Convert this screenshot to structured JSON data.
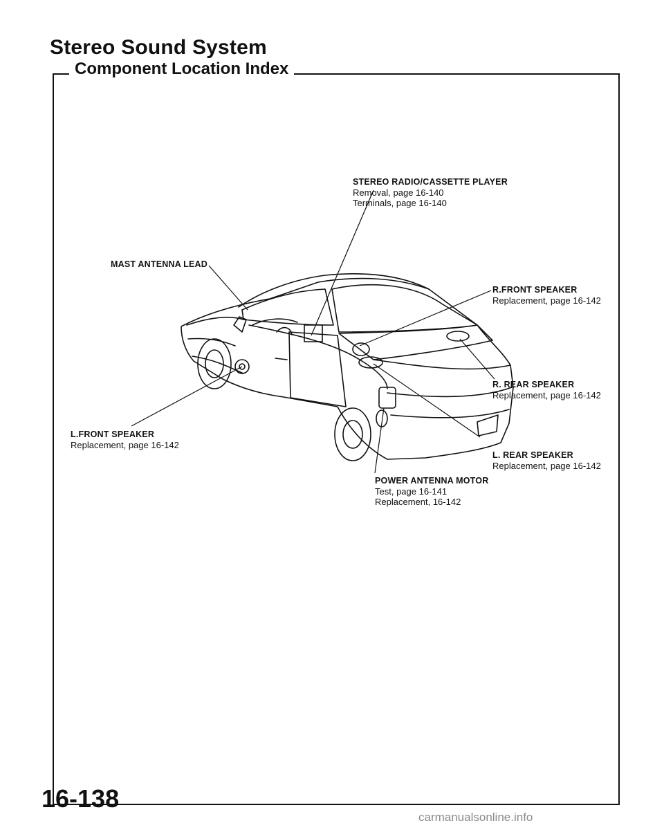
{
  "page": {
    "title": "Stereo Sound System",
    "section_title": "Component Location Index",
    "page_number": "16-138",
    "footer_url": "carmanualsonline.info"
  },
  "callouts": {
    "stereo": {
      "name": "STEREO RADIO/CASSETTE PLAYER",
      "lines": [
        "Removal, page 16-140",
        "Terminals, page 16-140"
      ]
    },
    "mast": {
      "name": "MAST ANTENNA LEAD"
    },
    "rfront": {
      "name": "R.FRONT SPEAKER",
      "lines": [
        "Replacement, page 16-142"
      ]
    },
    "rrear": {
      "name": "R. REAR SPEAKER",
      "lines": [
        "Replacement, page 16-142"
      ]
    },
    "lfront": {
      "name": "L.FRONT SPEAKER",
      "lines": [
        "Replacement, page 16-142"
      ]
    },
    "lrear": {
      "name": "L. REAR SPEAKER",
      "lines": [
        "Replacement, page 16-142"
      ]
    },
    "motor": {
      "name": "POWER ANTENNA MOTOR",
      "lines": [
        "Test, page 16-141",
        "Replacement, 16-142"
      ]
    }
  }
}
